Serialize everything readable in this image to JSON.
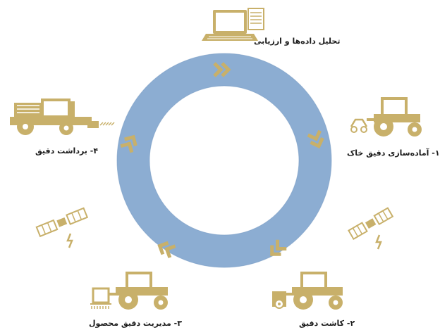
{
  "stages": {
    "analysis": "تحلیل داده‌ها و ارزیابی",
    "soil": "۱- آماده‌سازی دقیق خاک",
    "planting": "۲- کاشت دقیق",
    "crop": "۳- مدیریت دقیق محصول",
    "harvest": "۴- برداشت دقیق"
  },
  "icons": {
    "top": "laptop-document-icon",
    "right_top": "tractor-cultivator-icon",
    "right_bottom": "tractor-planter-icon",
    "left_bottom": "tractor-sprayer-icon",
    "left_top": "combine-harvester-icon",
    "satellites": "satellite-icon"
  },
  "colors": {
    "ring": "#8cadd2",
    "ring_edge": "#7a9cc4",
    "gold": "#c8b06a",
    "text": "#1c1c1c"
  }
}
